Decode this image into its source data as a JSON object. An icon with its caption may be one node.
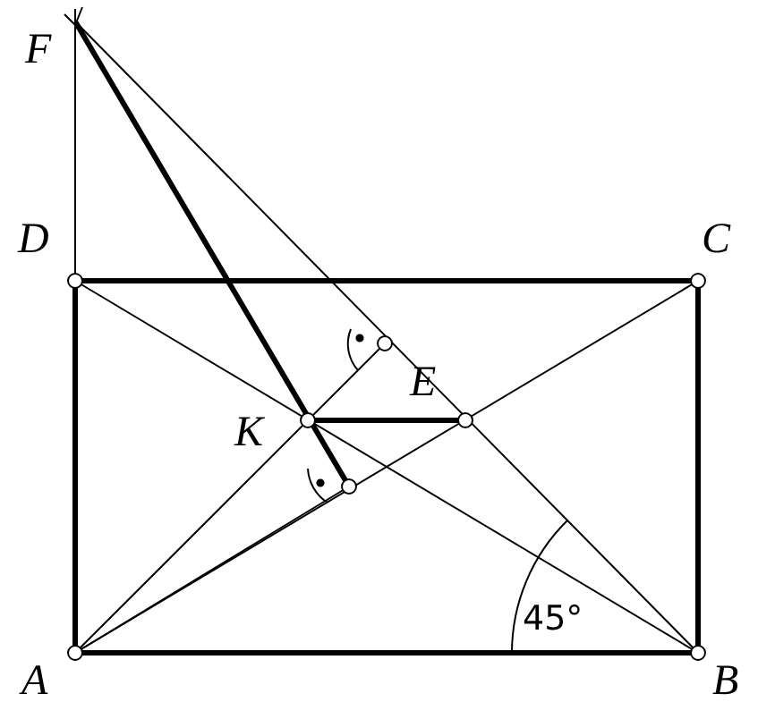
{
  "diagram": {
    "labels": [
      "F",
      "D",
      "C",
      "E",
      "K",
      "A",
      "B",
      "45°"
    ]
  }
}
